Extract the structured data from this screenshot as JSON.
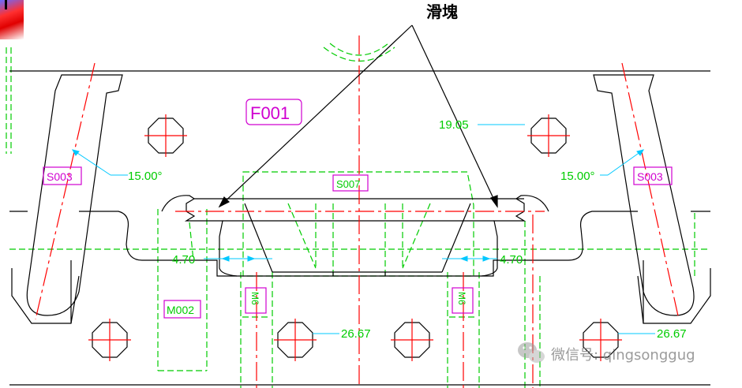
{
  "title": "滑塊",
  "labels": {
    "f001": "F001",
    "s003_left": "S003",
    "s003_right": "S003",
    "s007": "S007",
    "m002": "M002",
    "m6_left": "M6",
    "m6_right": "M6"
  },
  "dims": {
    "d_19_05": "19.05",
    "angle_left": "15.00°",
    "angle_right": "15.00°",
    "gap_left": "4.70",
    "gap_right": "4.70",
    "d_26_67_left": "26.67",
    "d_26_67_right": "26.67"
  },
  "watermark": "微信号: qingsonggug",
  "colors": {
    "outline": "#000000",
    "green": "#00cc00",
    "red": "#ff0000",
    "magenta": "#d000d0",
    "cyan": "#00c8ff"
  }
}
